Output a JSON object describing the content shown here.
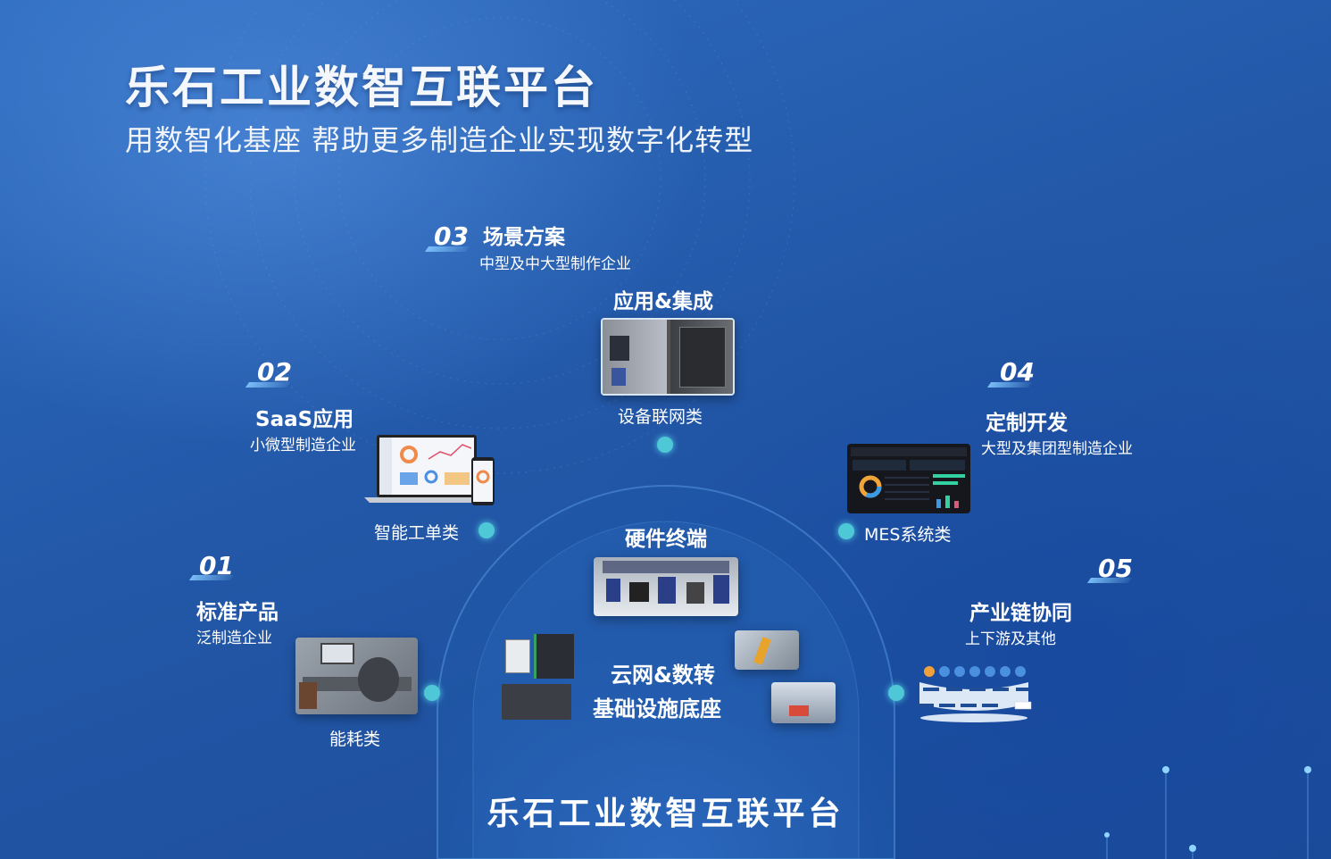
{
  "header": {
    "title": "乐石工业数智互联平台",
    "subtitle": "用数智化基座   帮助更多制造企业实现数字化转型"
  },
  "stages": [
    {
      "num": "01",
      "title": "标准产品",
      "sub": "泛制造企业",
      "category": "能耗类"
    },
    {
      "num": "02",
      "title": "SaaS应用",
      "sub": "小微型制造企业",
      "category": "智能工单类"
    },
    {
      "num": "03",
      "title": "场景方案",
      "sub": "中型及中大型制作企业",
      "category": "设备联网类",
      "center_label": "应用&集成"
    },
    {
      "num": "04",
      "title": "定制开发",
      "sub": "大型及集团型制造企业",
      "category": "MES系统类"
    },
    {
      "num": "05",
      "title": "产业链协同",
      "sub": "上下游及其他"
    }
  ],
  "center": {
    "hardware_label": "硬件终端",
    "base_line1": "云网&数转",
    "base_line2": "基础设施底座"
  },
  "footer": {
    "title": "乐石工业数智互联平台"
  },
  "colors": {
    "accent_dot": "#4ec7d6",
    "background": "#2358a8"
  },
  "icons": [
    "laptop-phone-icon",
    "dashboard-icon",
    "network-diagram-icon"
  ]
}
